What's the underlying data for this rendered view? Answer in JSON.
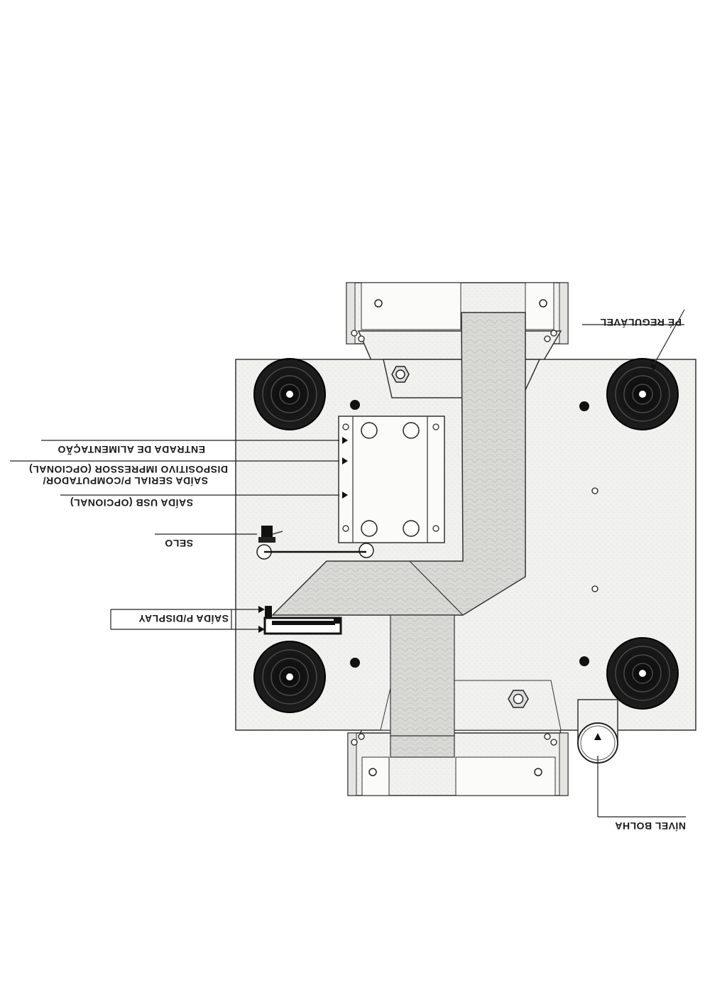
{
  "labels": {
    "pe_regulavel": "PÉ REGULÁVEL",
    "entrada_alimentacao": "ENTRADA DE ALIMENTAÇÃO",
    "dispositivo_impressor": "DISPOSITIVO IMPRESSOR (OPCIONAL)",
    "saida_serial": "SAÍDA SERIAL P/COMPUTADOR/",
    "saida_usb": "SAÍDA USB (OPCIONAL)",
    "selo": "SELO",
    "saida_display": "SAÍDA P/DISPLAY",
    "nivel_bolha": "NÍVEL BOLHA"
  }
}
